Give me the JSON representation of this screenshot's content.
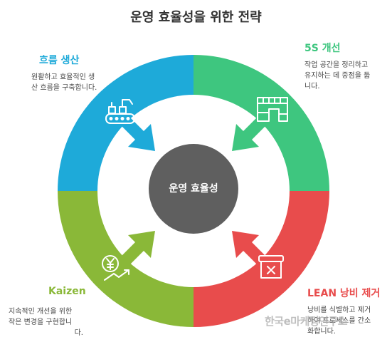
{
  "title": "운영 효율성을 위한 전략",
  "center": "운영 효율성",
  "sections": [
    {
      "name": "흐름 생산",
      "desc": [
        "원활하고 효율적인 생",
        "산 흐름을 구축합니다."
      ],
      "color": "#1eaad9",
      "icon": "conveyor-icon"
    },
    {
      "name": "5S 개선",
      "desc": [
        "작업 공간을 정리하고",
        "유지하는 데 중점을 둡",
        "니다."
      ],
      "color": "#3ec67f",
      "icon": "layout-blocks-icon"
    },
    {
      "name": "LEAN 낭비 제거",
      "desc": [
        "낭비를 식별하고 제거",
        "하여 프로세스를 간소",
        "화합니다."
      ],
      "color": "#e84c4c",
      "icon": "waste-bin-icon"
    },
    {
      "name": "Kaizen",
      "desc": [
        "지속적인 개선을 위한",
        "작은 변경을 구현합니",
        "다."
      ],
      "color": "#8ab838",
      "icon": "yen-growth-icon"
    }
  ],
  "watermark": "한국e마케팅연구소"
}
